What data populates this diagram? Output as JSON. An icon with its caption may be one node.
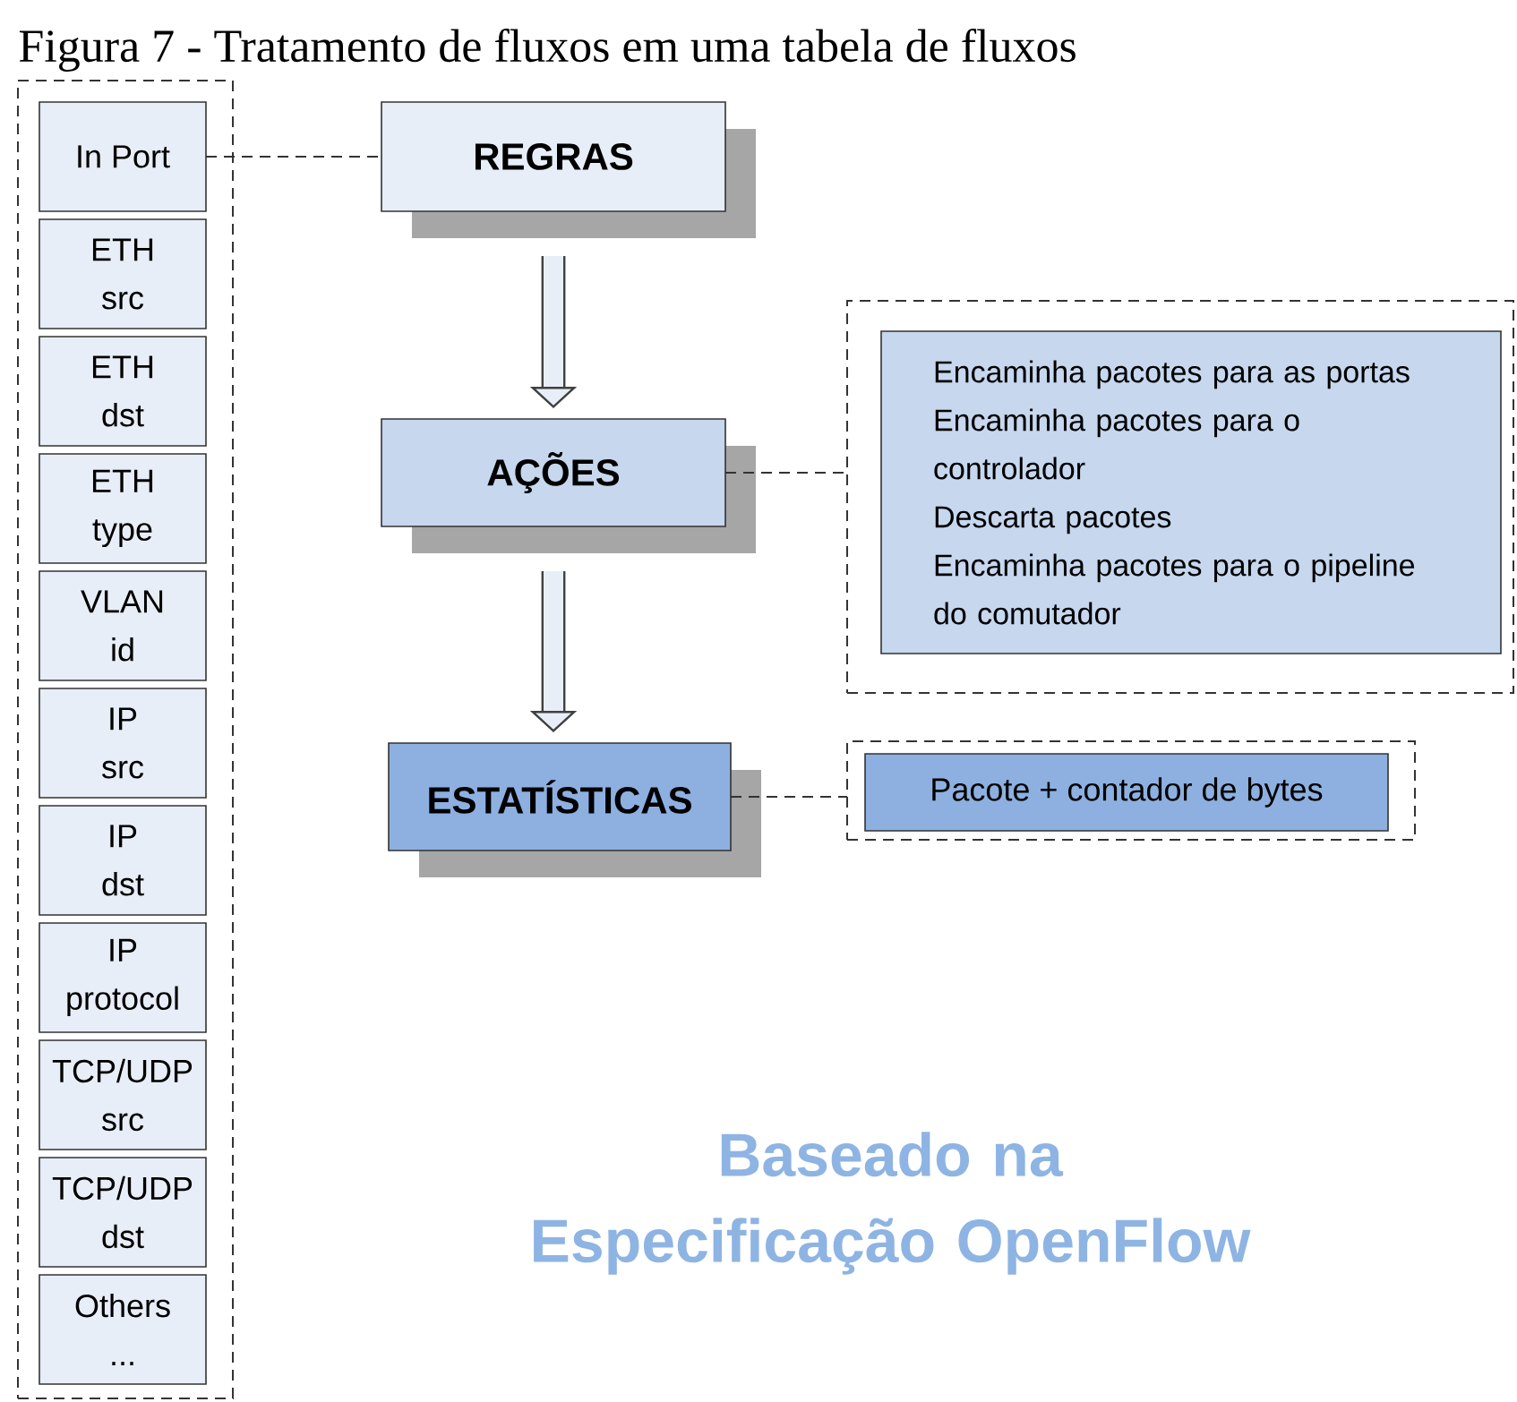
{
  "diagram": {
    "title": "Figura 7 - Tratamento de fluxos em uma tabela de fluxos",
    "nodes": [
      {
        "text": [],
        "shape": "box"
      },
      {
        "text": [
          "In Port"
        ],
        "in": 0
      },
      {
        "text": [
          "ETH src"
        ],
        "in": 0
      },
      {
        "text": [
          "ETH dst"
        ],
        "in": 0
      },
      {
        "text": [
          "ETH type"
        ],
        "in": 0
      },
      {
        "text": [
          "VLAN id"
        ],
        "in": 0
      },
      {
        "text": [
          "IP src"
        ],
        "in": 0
      },
      {
        "text": [
          "IP dst"
        ],
        "in": 0
      },
      {
        "text": [
          "IP protocol"
        ],
        "in": 0
      },
      {
        "text": [
          "TCP/UDP src"
        ],
        "in": 0
      },
      {
        "text": [
          "TCP/UDP dst"
        ],
        "in": 0
      },
      {
        "text": [
          "Others ..."
        ],
        "in": 0
      },
      {
        "text": [
          "REGRAS"
        ]
      },
      {
        "text": [
          "AÇÕES"
        ]
      },
      {
        "text": [
          "ESTATÍSTICAS"
        ]
      },
      {
        "text": [],
        "shape": "box"
      },
      {
        "text": [
          "Encaminha pacotes para as portas",
          "Encaminha pacotes para o controlador",
          "Descarta pacotes",
          "Encaminha pacotes para o pipeline do comutador"
        ],
        "in": 15
      },
      {
        "text": [],
        "shape": "box"
      },
      {
        "text": [
          "Pacote + contador de bytes"
        ],
        "in": 17
      }
    ],
    "edges": [
      {
        "from": 1,
        "to": 12,
        "arrow": "none",
        "style": "dashed"
      },
      {
        "from": 12,
        "to": 13,
        "arrow": "to",
        "style": "thick"
      },
      {
        "from": 13,
        "to": 14,
        "arrow": "to",
        "style": "thick"
      },
      {
        "from": 13,
        "to": 15,
        "arrow": "none",
        "style": "dashed"
      },
      {
        "from": 14,
        "to": 17,
        "arrow": "none",
        "style": "dashed"
      }
    ],
    "labels": [
      "Baseado na Especificação OpenFlow"
    ]
  }
}
